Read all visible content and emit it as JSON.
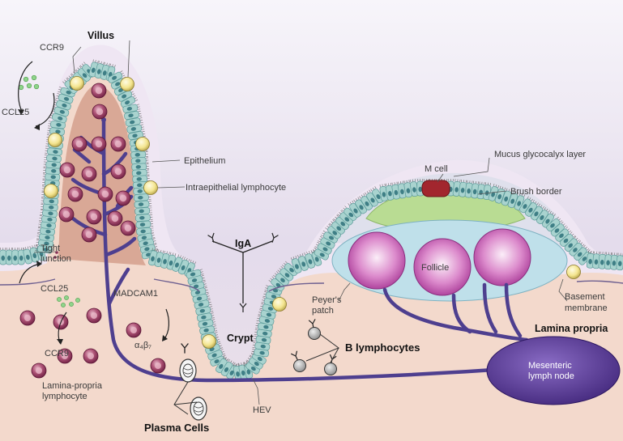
{
  "labels": {
    "villus": "Villus",
    "ccr9_top": "CCR9",
    "ccl25_top": "CCL25",
    "epithelium": "Epithelium",
    "intraepithelial": "Intraepithelial lymphocyte",
    "tight_junction_1": "Tight",
    "tight_junction_2": "junction",
    "ccl25_bottom": "CCL25",
    "madcam1": "MADCAM1",
    "alpha_beta": "α₄β₇",
    "ccr9_bottom": "CCR9",
    "lamina_lymph_1": "Lamina-propria",
    "lamina_lymph_2": "lymphocyte",
    "iga": "IgA",
    "crypt": "Crypt",
    "plasma_cells": "Plasma Cells",
    "b_lymphocytes": "B lymphocytes",
    "hev": "HEV",
    "m_cell": "M cell",
    "mucus": "Mucus glycocalyx layer",
    "brush_border": "Brush border",
    "follicle": "Follicle",
    "peyers_1": "Peyer's",
    "peyers_2": "patch",
    "basement_1": "Basement",
    "basement_2": "membrane",
    "lamina_propria": "Lamina propria",
    "mesenteric_1": "Mesenteric",
    "mesenteric_2": "lymph node"
  },
  "colors": {
    "mucus": "#e9dff0",
    "lumen": "#e8e2ef",
    "epithelium_cell": "#a9d3cf",
    "epithelium_nucleus": "#3f7f86",
    "lamina": "#f3d9cc",
    "villus_core": "#d7a593",
    "vessel": "#4e3f8f",
    "lymphocyte": "#8b2f56",
    "iel": "#f1e49a",
    "follicle": "#c64fb0",
    "dome_green": "#b9dc93",
    "dome_blue": "#bfdfe8",
    "m_cell": "#a2262e",
    "node": "#5a3b99"
  }
}
